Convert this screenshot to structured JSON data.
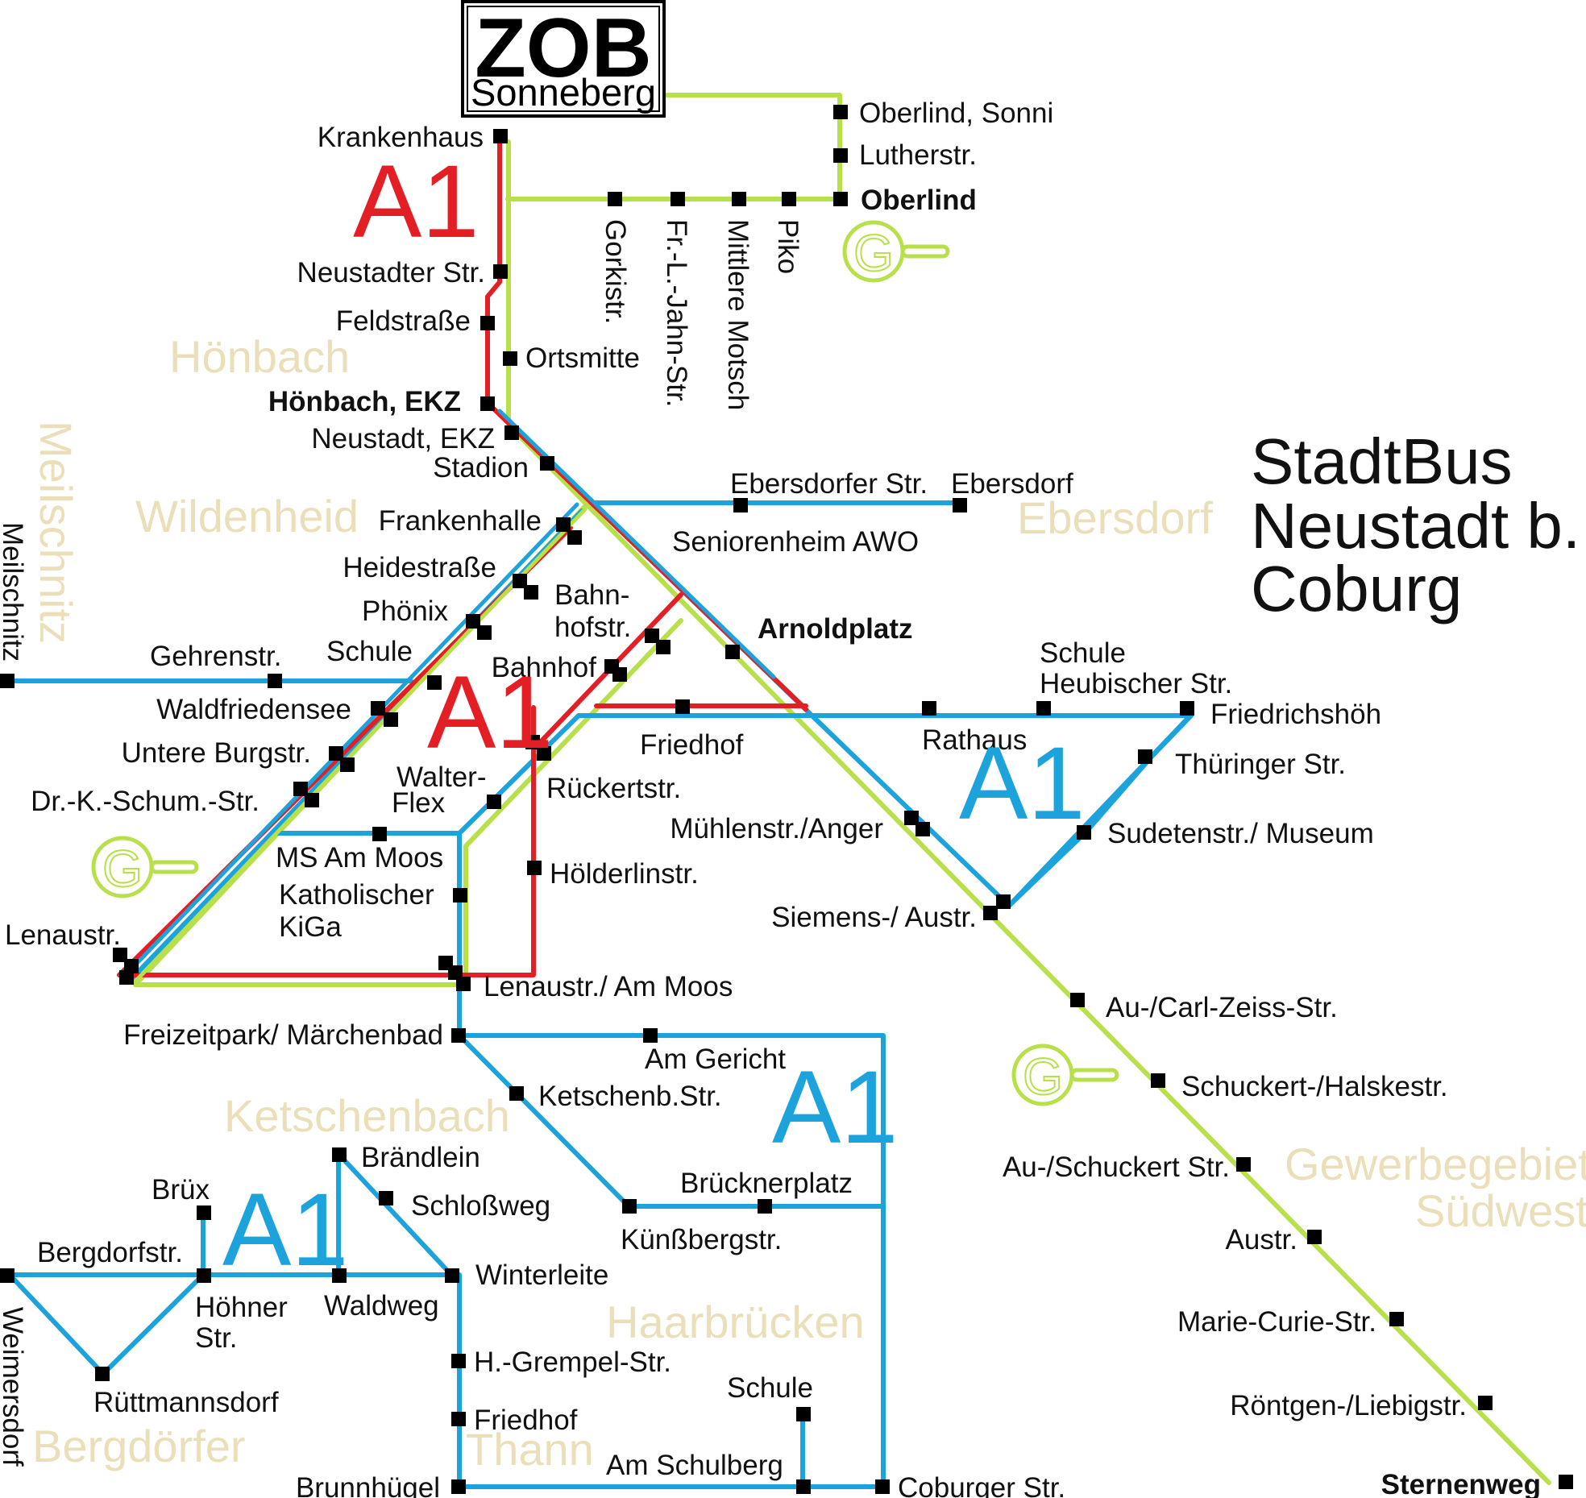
{
  "title": {
    "lines": [
      "StadtBus",
      "Neustadt b.",
      "Coburg"
    ]
  },
  "zob": {
    "main": "ZOB",
    "sub": "Sonneberg"
  },
  "colors": {
    "red": "#e31e24",
    "green": "#b7e04a",
    "blue": "#1ca3dc",
    "area": "#eadfb9",
    "stop": "#000000"
  },
  "line_tags": {
    "red": [
      "A1",
      "A1"
    ],
    "blue": [
      "A1",
      "A1",
      "A1"
    ],
    "green": [
      "G",
      "G",
      "G"
    ]
  },
  "areas": [
    "Hönbach",
    "Wildenheid",
    "Meilschnitz",
    "Ebersdorf",
    "Ketschenbach",
    "Gewerbegebiet",
    "Südwest",
    "Haarbrücken",
    "Bergdörfer",
    "Thann"
  ],
  "stops": [
    "Krankenhaus",
    "Neustadter Str.",
    "Feldstraße",
    "Ortsmitte",
    "Hönbach, EKZ",
    "Neustadt, EKZ",
    "Stadion",
    "Oberlind, Sonni",
    "Lutherstr.",
    "Oberlind",
    "Gorkistr.",
    "Fr.-L.-Jahn-Str.",
    "Mittlere Motsch",
    "Piko",
    "Ebersdorfer Str.",
    "Ebersdorf",
    "Frankenhalle",
    "Seniorenheim AWO",
    "Heidestraße",
    "Phönix",
    "Schule",
    "Bahn-",
    "hofstr.",
    "Arnoldplatz",
    "Bahnhof",
    "Gehrenstr.",
    "Meilschnitz",
    "Waldfriedensee",
    "Untere Burgstr.",
    "Dr.-K.-Schum.-Str.",
    "Schule",
    "Heubischer Str.",
    "Friedrichshöh",
    "Friedhof",
    "Rathaus",
    "Rückertstr.",
    "Walter-",
    "Flex",
    "Thüringer Str.",
    "Mühlenstr./Anger",
    "Sudetenstr./ Museum",
    "MS Am Moos",
    "Hölderlinstr.",
    "Katholischer",
    "KiGa",
    "Siemens-/ Austr.",
    "Lenaustr.",
    "Lenaustr./ Am Moos",
    "Au-/Carl-Zeiss-Str.",
    "Freizeitpark/ Märchenbad",
    "Am Gericht",
    "Ketschenb.Str.",
    "Schuckert-/Halskestr.",
    "Brändlein",
    "Brücknerplatz",
    "Au-/Schuckert Str.",
    "Brüx",
    "Schloßweg",
    "Künßbergstr.",
    "Bergdorfstr.",
    "Austr.",
    "Winterleite",
    "Höhner",
    "Str.",
    "Waldweg",
    "Weimersdorf",
    "Marie-Curie-Str.",
    "H.-Grempel-Str.",
    "Schule",
    "Rüttmannsdorf",
    "Friedhof",
    "Röntgen-/Liebigstr.",
    "Am Schulberg",
    "Brunnhügel",
    "Coburger Str.",
    "Sternenweg"
  ]
}
